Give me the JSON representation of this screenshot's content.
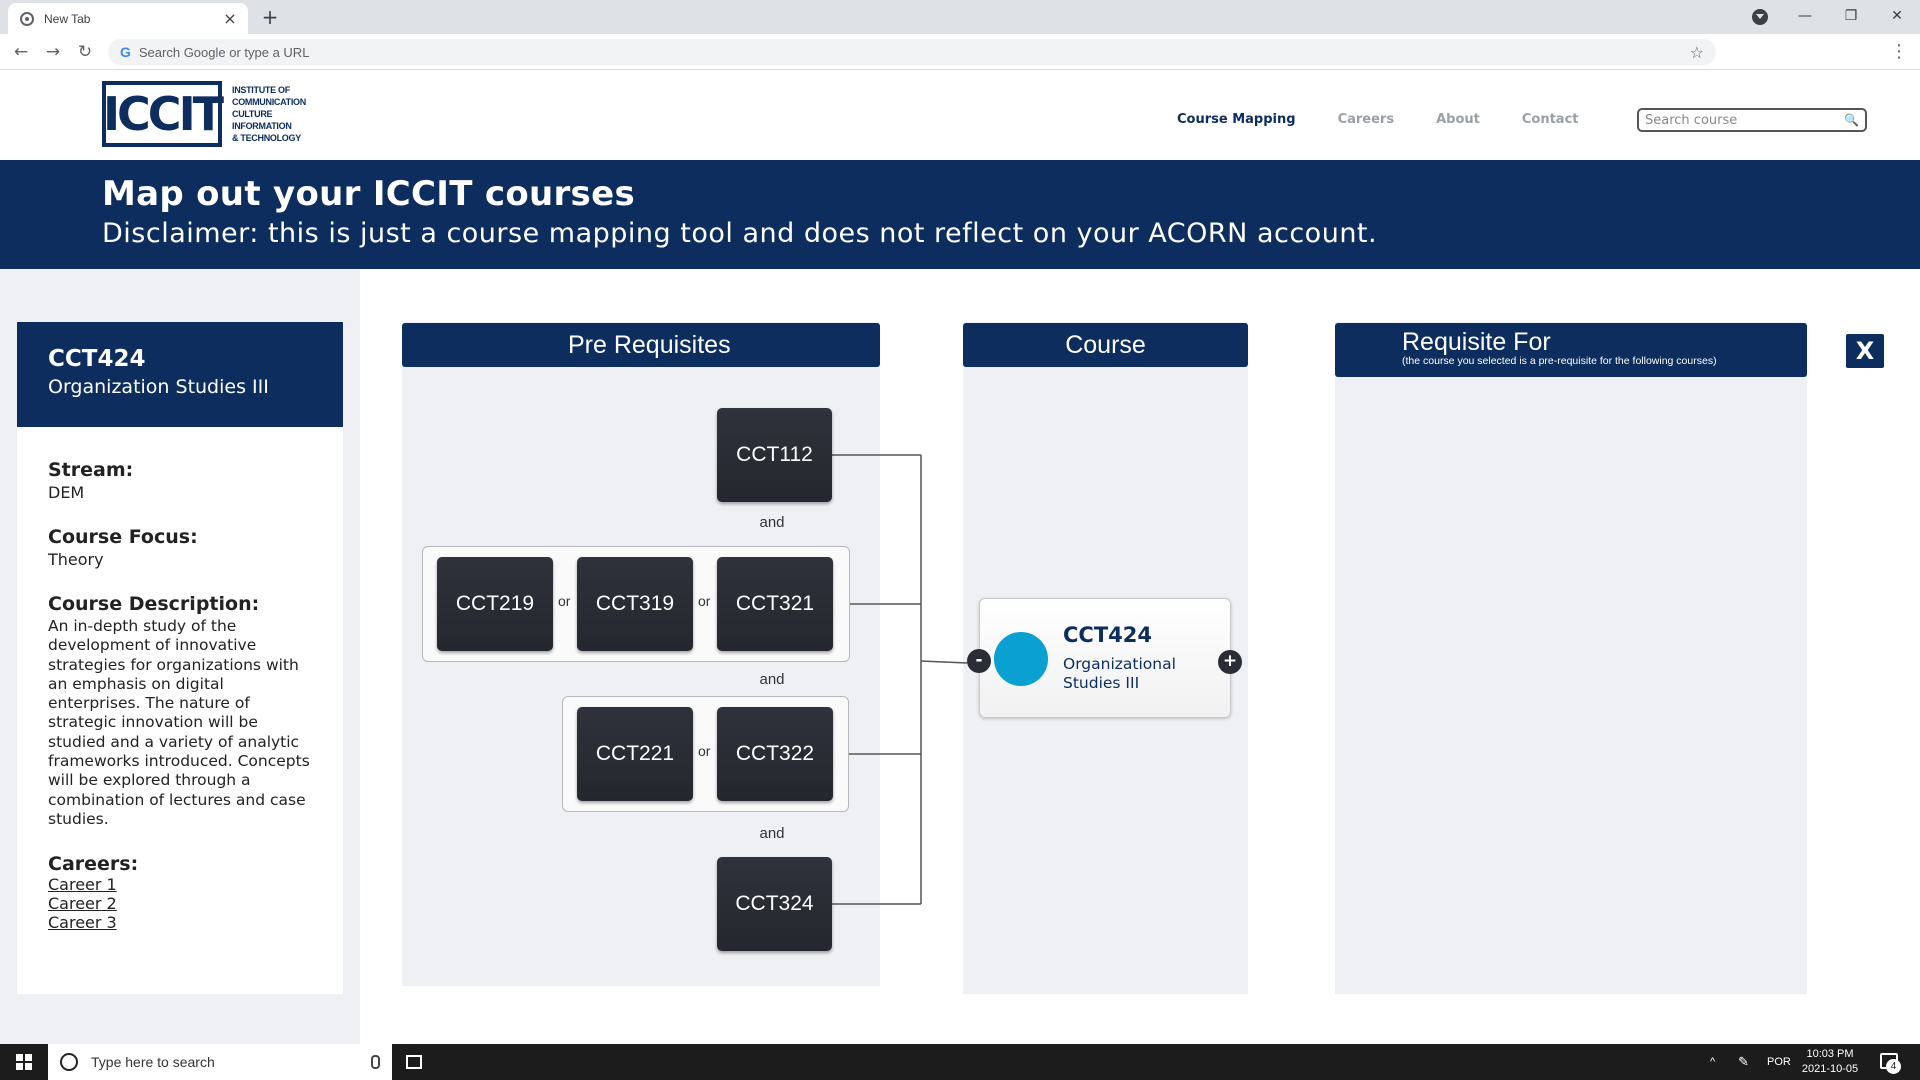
{
  "browser": {
    "tab_title": "New Tab",
    "tab_close": "×",
    "new_tab": "+",
    "omnibox_placeholder": "Search Google or type a URL",
    "g_icon": "G",
    "star_icon": "☆",
    "back_icon": "←",
    "forward_icon": "→",
    "reload_icon": "↻",
    "menu_icon": "⋮",
    "minimize_icon": "—",
    "restore_icon": "❐",
    "close_icon": "✕"
  },
  "site": {
    "logo_text": "ICCIT",
    "logo_lines": [
      "INSTITUTE OF",
      "COMMUNICATION",
      "CULTURE",
      "INFORMATION",
      "& TECHNOLOGY"
    ],
    "nav": [
      "Course Mapping",
      "Careers",
      "About",
      "Contact"
    ],
    "search_placeholder": "Search course",
    "search_icon": "🔍"
  },
  "banner": {
    "title": "Map out your ICCIT courses",
    "disclaimer": "Disclaimer: this is just a course mapping tool and does not reflect on your ACORN account."
  },
  "course_info": {
    "code": "CCT424",
    "name": "Organization Studies III",
    "stream_label": "Stream:",
    "stream_value": "DEM",
    "focus_label": "Course Focus:",
    "focus_value": "Theory",
    "desc_label": "Course Description:",
    "desc_value": "An in-depth study of the development of innovative strategies for organizations with an emphasis on digital enterprises. The nature of strategic innovation will be studied and a variety of analytic frameworks introduced. Concepts will be explored through a combination of lectures and case studies.",
    "careers_label": "Careers:",
    "careers": [
      "Career 1",
      "Career 2",
      "Career 3"
    ]
  },
  "panels": {
    "prereq_title": "Pre Requisites",
    "course_title": "Course",
    "requisite_for_title": "Requisite For",
    "requisite_for_subtitle": "(the course you selected is a pre-requisite for the following courses)",
    "close_label": "X"
  },
  "prereqs": {
    "row1": "CCT112",
    "row2": [
      "CCT219",
      "CCT319",
      "CCT321"
    ],
    "row3": [
      "CCT221",
      "CCT322"
    ],
    "row4": "CCT324",
    "and_label": "and",
    "or_label": "or"
  },
  "selected_course": {
    "code": "CCT424",
    "name": "Organizational Studies III",
    "minus": "-",
    "plus": "+"
  },
  "taskbar": {
    "search_placeholder": "Type here to search",
    "tray_chevron": "^",
    "lang": "POR",
    "time": "10:03 PM",
    "date": "2021-10-05",
    "notif_count": "4"
  }
}
